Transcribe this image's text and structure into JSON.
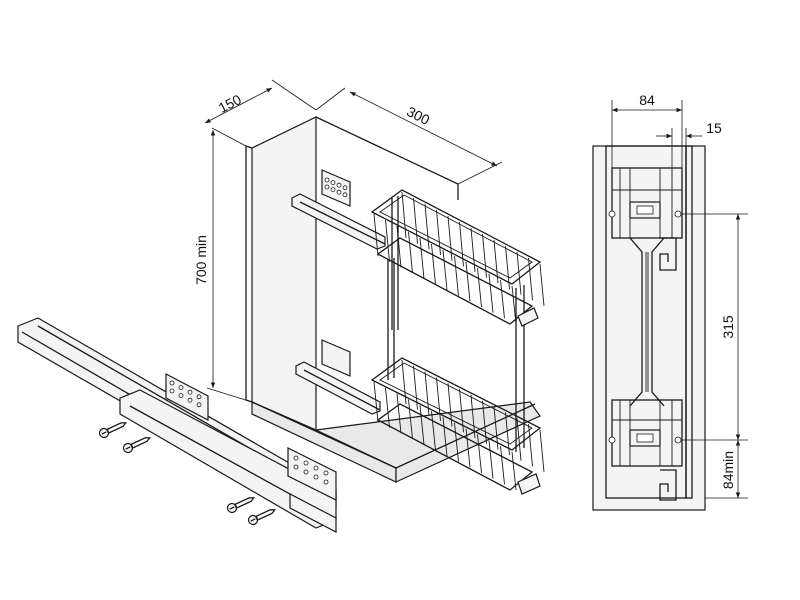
{
  "dimensions": {
    "depth_label": "150",
    "width_label": "300",
    "height_label": "700 min",
    "front_width_label": "84",
    "front_offset_label": "15",
    "basket_spacing_label": "315",
    "bottom_min_label": "84min"
  },
  "colors": {
    "line": "#1a1a1a",
    "panel_fill": "#f4f4f4",
    "background": "#ffffff"
  }
}
